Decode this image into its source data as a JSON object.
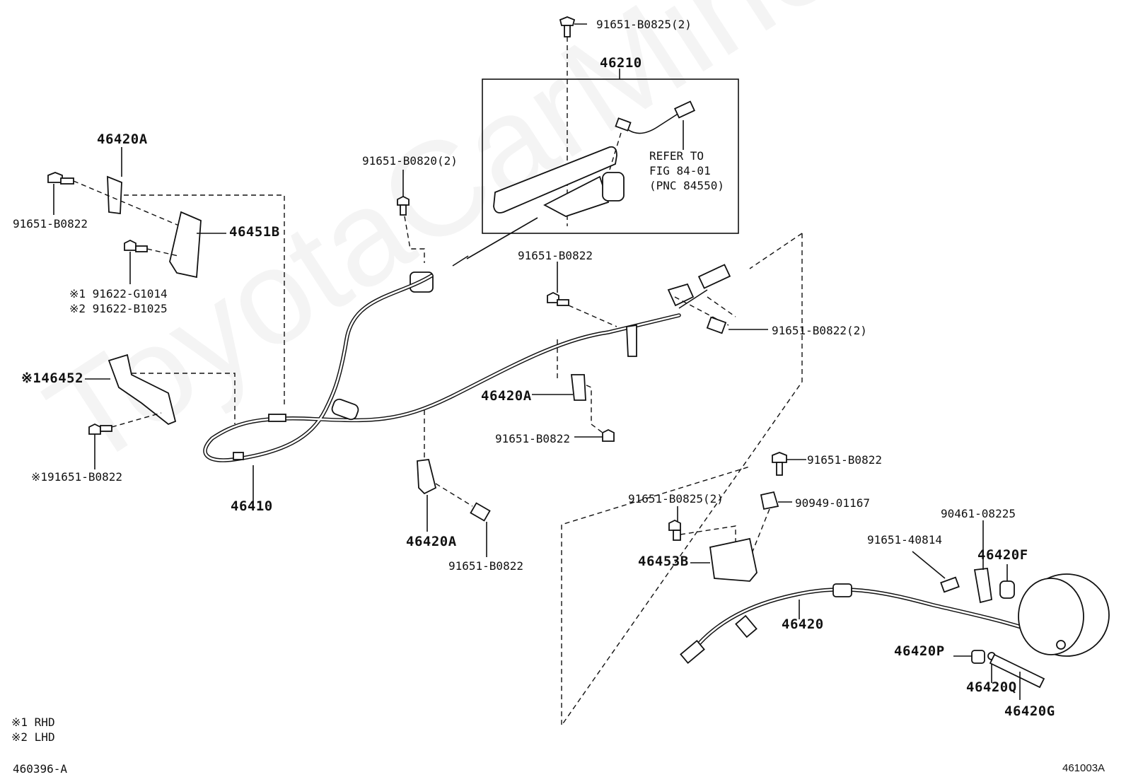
{
  "watermark": "ToyotaCarMine.ru",
  "parts": {
    "p46210": "46210",
    "bolt_top": "91651-B0825(2)",
    "bolt_b0820": "91651-B0820(2)",
    "refer_line1": "REFER TO",
    "refer_line2": "FIG 84-01",
    "refer_line3": "(PNC 84550)",
    "p46420A_top": "46420A",
    "bolt_left_top": "91651-B0822",
    "p46451B": "46451B",
    "bolt_g1014": "※1 91622-G1014",
    "bolt_b1025": "※2 91622-B1025",
    "p146452": "※146452",
    "bolt_left_bottom": "※191651-B0822",
    "p46410": "46410",
    "bolt_mid_upper": "91651-B0822",
    "bolt_right_2": "91651-B0822(2)",
    "p46420A_mid": "46420A",
    "bolt_mid_lower": "91651-B0822",
    "p46420A_low": "46420A",
    "bolt_low": "91651-B0822",
    "bolt_rb_top": "91651-B0822",
    "p90949": "90949-01167",
    "bolt_rb_b0825": "91651-B0825(2)",
    "p46453B": "46453B",
    "p90461": "90461-08225",
    "p91651_40814": "91651-40814",
    "p46420F": "46420F",
    "p46420": "46420",
    "p46420P": "46420P",
    "p46420Q": "46420Q",
    "p46420G": "46420G"
  },
  "legend": {
    "note1": "※1 RHD",
    "note2": "※2 LHD"
  },
  "footer": {
    "code_left": "460396-A",
    "code_right": "461003A"
  }
}
